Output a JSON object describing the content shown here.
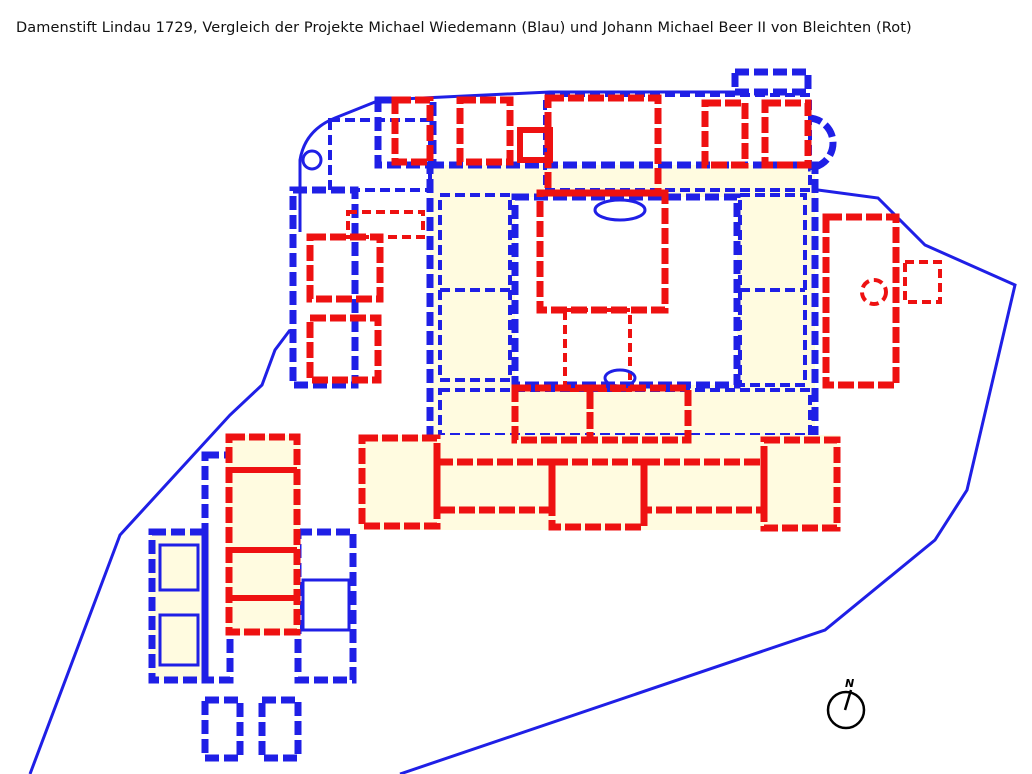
{
  "title": "Damenstift Lindau 1729,  Vergleich der Projekte Michael Wiedemann (Blau) und Johann Michael Beer II von Bleichten  (Rot)",
  "legend": {
    "blue_project": "Michael Wiedemann",
    "red_project": "Johann Michael Beer II von Bleichten"
  },
  "compass": {
    "label": "N"
  },
  "colors": {
    "blue": "#1f1fe6",
    "red": "#ee1111",
    "background": "#ffffff"
  }
}
